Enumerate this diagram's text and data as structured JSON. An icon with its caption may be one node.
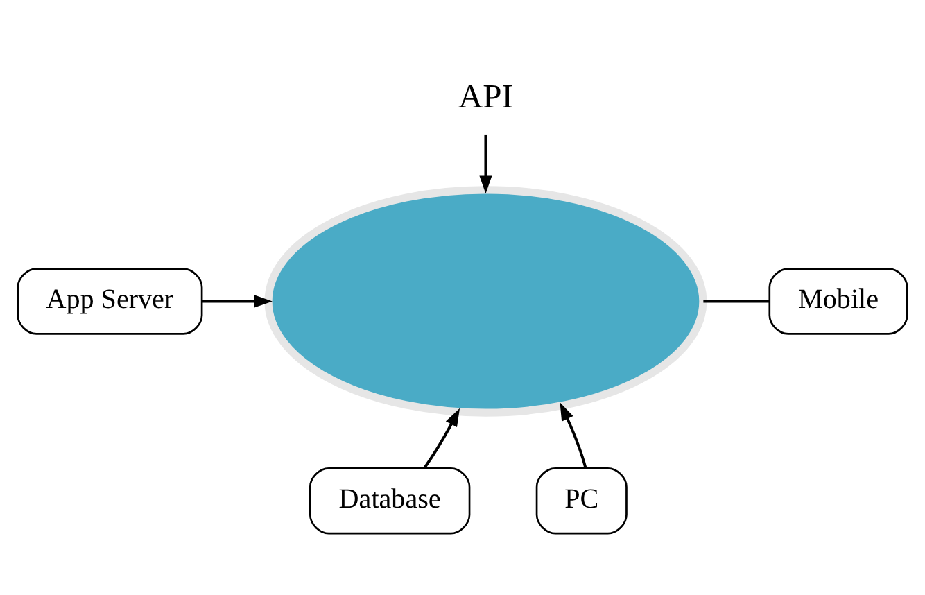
{
  "diagram": {
    "nodes": [
      {
        "text": [
          "API"
        ]
      },
      {
        "text": [
          "App Server"
        ]
      },
      {
        "text": [],
        "shape": "ellipse"
      },
      {
        "text": [
          "Mobile"
        ]
      },
      {
        "text": [
          "Database"
        ]
      },
      {
        "text": [
          "PC"
        ]
      }
    ],
    "edges": [
      {
        "from": 0,
        "to": 2,
        "arrow": "to"
      },
      {
        "from": 1,
        "to": 2,
        "arrow": "to"
      },
      {
        "from": 2,
        "to": 3,
        "arrow": "none"
      },
      {
        "from": 4,
        "to": 2,
        "arrow": "to"
      },
      {
        "from": 5,
        "to": 2,
        "arrow": "to"
      }
    ]
  }
}
